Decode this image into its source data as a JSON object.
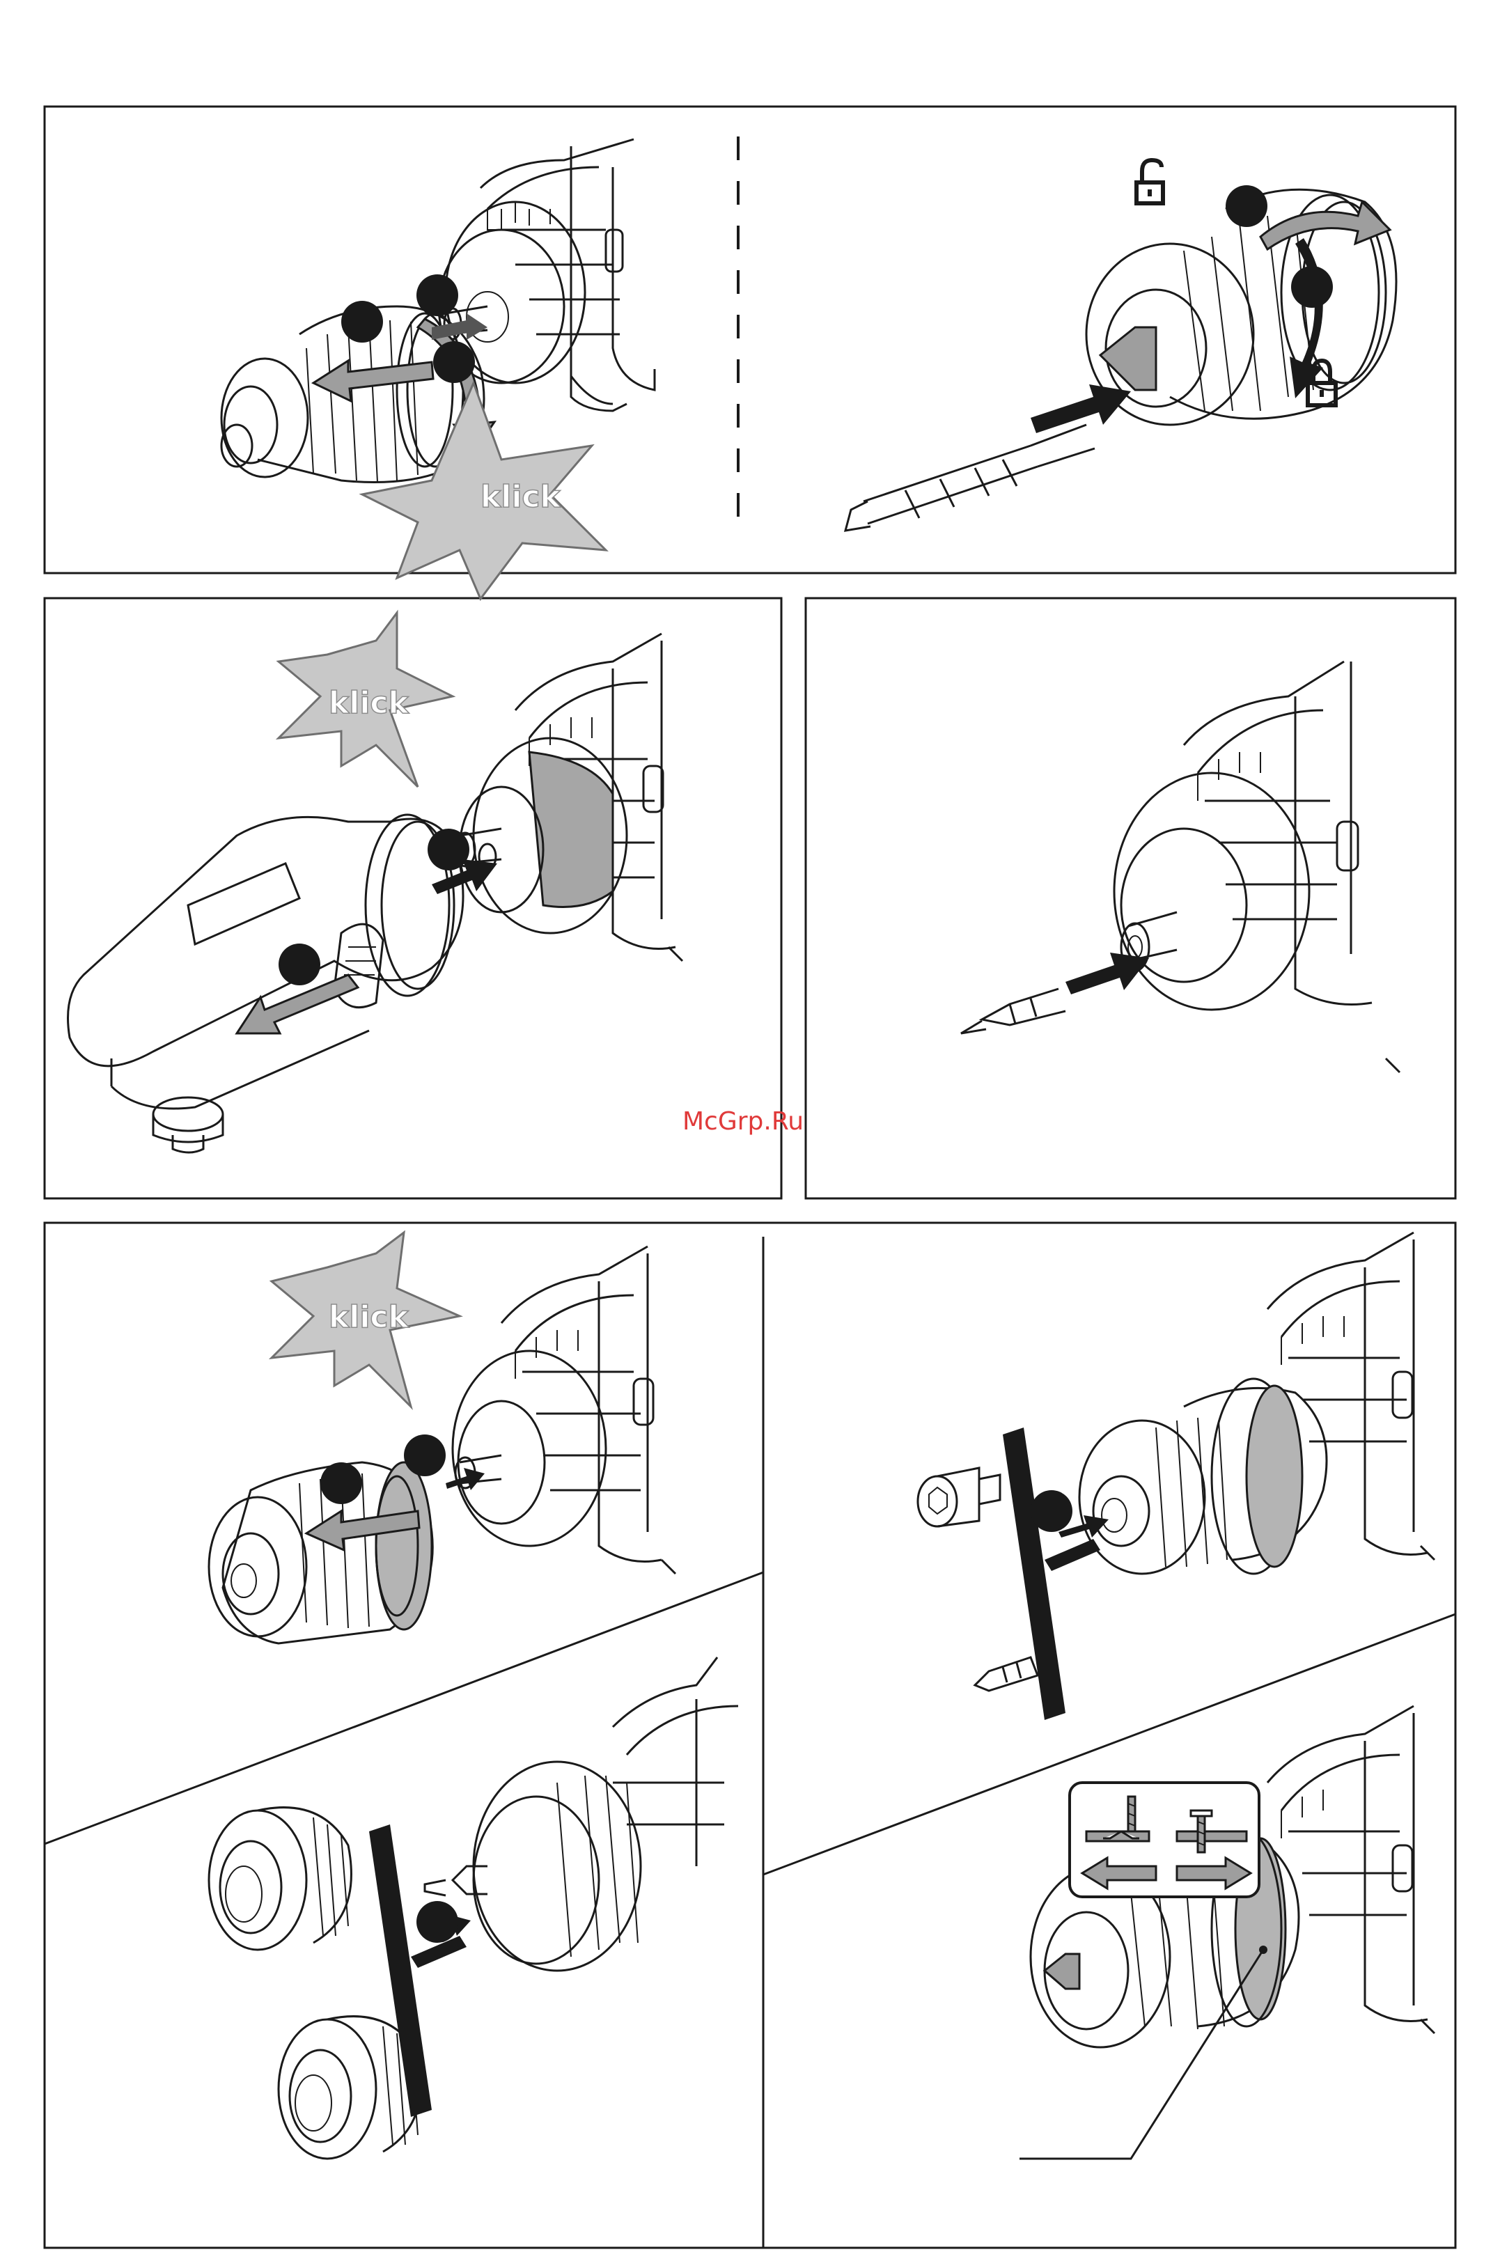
{
  "watermark": "McGrp.Ru",
  "klick_label": "klick",
  "colors": {
    "line": "#1a1a1a",
    "gray_fill": "#9e9e9e",
    "light_gray": "#c9c9c9",
    "burst_fill": "#c8c8c8",
    "watermark": "#e03a3a"
  },
  "icons": {
    "unlock": "padlock-open-icon",
    "lock": "padlock-closed-icon",
    "step_marker": "black-circle-marker"
  }
}
